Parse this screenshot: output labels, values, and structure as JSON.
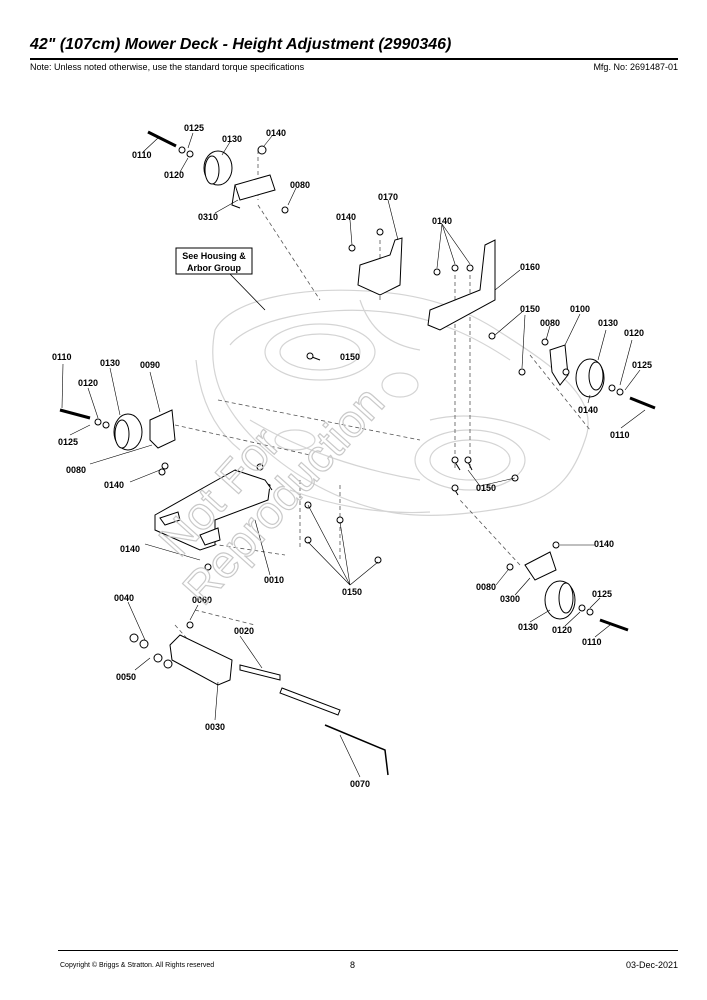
{
  "header": {
    "title": "42\" (107cm) Mower Deck - Height Adjustment (2990346)",
    "note": "Note: Unless noted otherwise, use the standard torque specifications",
    "mfg": "Mfg. No: 2691487-01"
  },
  "callout": {
    "line1": "See Housing &",
    "line2": "Arbor Group"
  },
  "watermark": {
    "line1": "Not For",
    "line2": "Reproduction"
  },
  "labels": {
    "l0110_a": "0110",
    "l0125_a": "0125",
    "l0130_a": "0130",
    "l0140_a": "0140",
    "l0120_a": "0120",
    "l0080_a": "0080",
    "l0310": "0310",
    "l0170": "0170",
    "l0140_b": "0140",
    "l0140_c": "0140",
    "l0160": "0160",
    "l0150_a": "0150",
    "l0150_b": "0150",
    "l0080_b": "0080",
    "l0100": "0100",
    "l0130_b": "0130",
    "l0120_b": "0120",
    "l0125_b": "0125",
    "l0140_d": "0140",
    "l0110_b": "0110",
    "l0110_c": "0110",
    "l0130_c": "0130",
    "l0090": "0090",
    "l0120_c": "0120",
    "l0125_c": "0125",
    "l0080_c": "0080",
    "l0140_e": "0140",
    "l0150_c": "0150",
    "l0140_f": "0140",
    "l0010": "0010",
    "l0150_d": "0150",
    "l0140_g": "0140",
    "l0080_d": "0080",
    "l0300": "0300",
    "l0125_d": "0125",
    "l0130_d": "0130",
    "l0120_d": "0120",
    "l0110_d": "0110",
    "l0040": "0040",
    "l0060": "0060",
    "l0050": "0050",
    "l0020": "0020",
    "l0030": "0030",
    "l0070": "0070"
  },
  "footer": {
    "copyright": "Copyright © Briggs & Stratton. All Rights reserved",
    "page": "8",
    "date": "03-Dec-2021"
  }
}
